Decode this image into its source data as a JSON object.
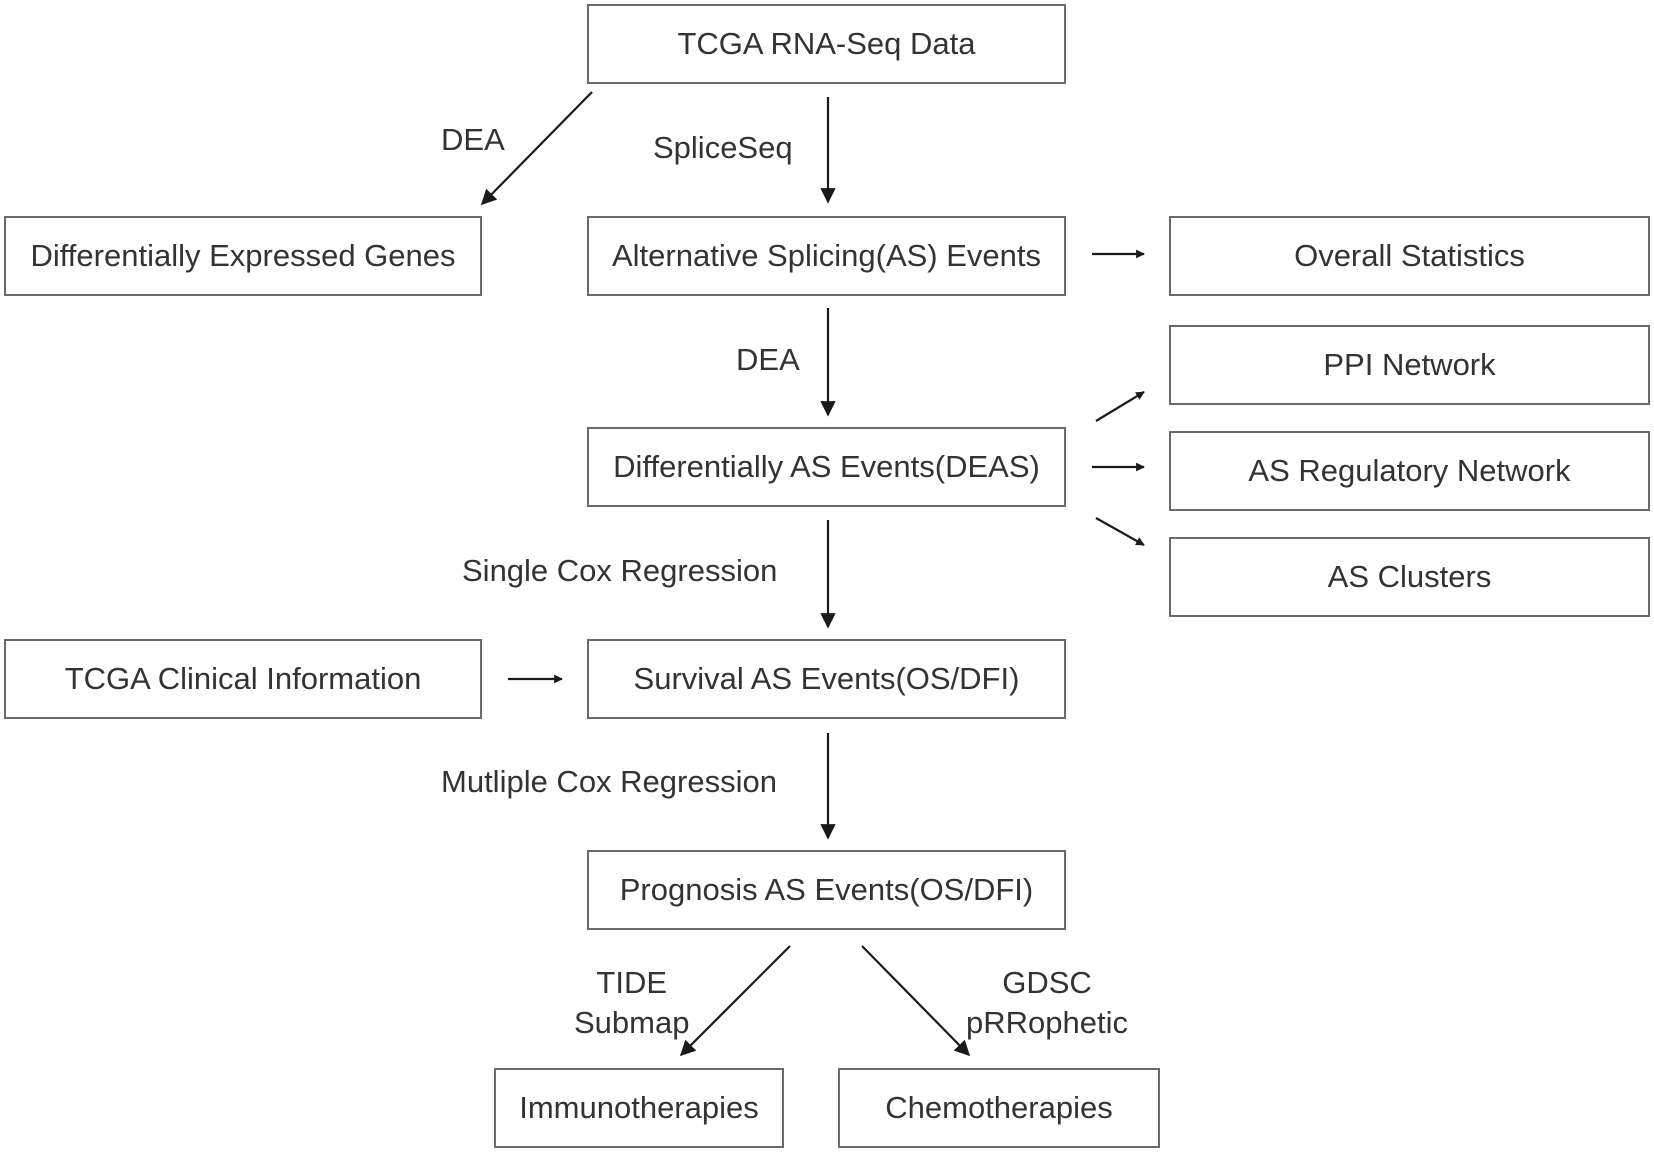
{
  "nodes": {
    "tcga_rnaseq": "TCGA RNA-Seq Data",
    "diff_genes": "Differentially Expressed Genes",
    "as_events": "Alternative Splicing(AS) Events",
    "overall_stats": "Overall Statistics",
    "ppi_network": "PPI Network",
    "deas": "Differentially AS Events(DEAS)",
    "as_reg_network": "AS Regulatory Network",
    "as_clusters": "AS Clusters",
    "tcga_clinical": "TCGA Clinical Information",
    "survival_as": "Survival AS Events(OS/DFI)",
    "prognosis_as": "Prognosis AS Events(OS/DFI)",
    "immunotherapies": "Immunotherapies",
    "chemotherapies": "Chemotherapies"
  },
  "edge_labels": {
    "dea_left": "DEA",
    "spliceseq": "SpliceSeq",
    "dea_center": "DEA",
    "single_cox": "Single Cox Regression",
    "multiple_cox": "Mutliple Cox Regression",
    "tide": "TIDE",
    "submap": "Submap",
    "gdsc": "GDSC",
    "prrophetic": "pRRophetic"
  },
  "colors": {
    "box_border": "#6a6a6a",
    "arrow": "#1a1a1a",
    "text": "#333333"
  }
}
